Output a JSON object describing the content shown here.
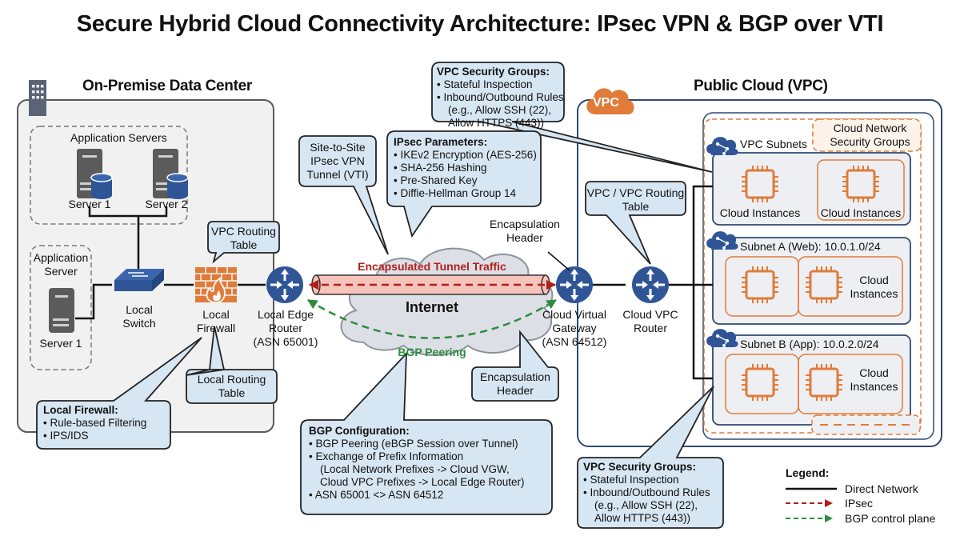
{
  "title": "Secure Hybrid Cloud Connectivity Architecture: IPsec VPN & BGP over VTI",
  "colors": {
    "router_blue": "#2f5597",
    "aws_orange": "#e07b39",
    "callout_fill": "#d6e6f2",
    "zone_fill": "#f1f1f1",
    "ipsec_red": "#b0201c",
    "bgp_green": "#2e8b3e",
    "tunnel_fill": "#f6c4bb"
  },
  "on_prem": {
    "title": "On-Premise Data Center",
    "icon": "building-icon",
    "app_servers_group": {
      "label": "Application Servers",
      "servers": [
        {
          "label": "Server 1",
          "icon": "database-server-icon"
        },
        {
          "label": "Server 2",
          "icon": "database-server-icon"
        }
      ]
    },
    "app_server_group": {
      "label_line1": "Application",
      "label_line2": "Server",
      "server": {
        "label": "Server 1",
        "icon": "server-icon"
      }
    },
    "switch": {
      "line1": "Local",
      "line2": "Switch",
      "icon": "switch-icon"
    },
    "firewall": {
      "line1": "Local",
      "line2": "Firewall",
      "icon": "firewall-icon"
    },
    "edge_router": {
      "line1": "Local Edge",
      "line2": "Router",
      "line3": "(ASN 65001)",
      "icon": "router-icon"
    },
    "vpc_routing_callout": {
      "line1": "VPC Routing",
      "line2": "Table"
    },
    "local_routing_callout": {
      "line1": "Local Routing",
      "line2": "Table"
    },
    "firewall_callout": {
      "heading": "Local Firewall:",
      "bullets": [
        "Rule-based Filtering",
        "IPS/IDS"
      ]
    }
  },
  "internet": {
    "label": "Internet",
    "tunnel_label": "Encapsulated Tunnel Traffic",
    "bgp_label": "BGP Peering",
    "encap_label_top": {
      "line1": "Encapsulation",
      "line2": "Header"
    },
    "encap_callout": {
      "line1": "Encapsulation",
      "line2": "Header"
    },
    "vpn_callout": {
      "line1": "Site-to-Site",
      "line2": "IPsec VPN",
      "line3": "Tunnel (VTI)"
    },
    "ipsec_callout": {
      "heading": "IPsec Parameters:",
      "bullets": [
        "IKEv2 Encryption (AES-256)",
        "SHA-256 Hashing",
        "Pre-Shared Key",
        "Diffie-Hellman Group 14"
      ]
    },
    "bgp_callout": {
      "heading": "BGP Configuration:",
      "bullet1": "BGP Peering (eBGP Session over Tunnel)",
      "bullet2": "Exchange of Prefix Information",
      "bullet2_sub1": "(Local Network Prefixes -> Cloud VGW,",
      "bullet2_sub2": "Cloud VPC Prefixes -> Local Edge Router)",
      "bullet3": "ASN 65001 <> ASN 64512"
    }
  },
  "cloud": {
    "title": "Public Cloud (VPC)",
    "vpc_badge": "VPC",
    "vgw": {
      "line1": "Cloud Virtual",
      "line2": "Gateway",
      "line3": "(ASN 64512)",
      "icon": "router-icon"
    },
    "vpc_router": {
      "line1": "Cloud VPC",
      "line2": "Router",
      "icon": "router-icon"
    },
    "routing_callout": {
      "line1": "VPC / VPC Routing",
      "line2": "Table"
    },
    "nsg_label": {
      "line1": "Cloud Network",
      "line2": "Security Groups"
    },
    "subnets": [
      {
        "label": "VPC Subnets",
        "instances": [
          "Cloud Instances",
          "Cloud Instances"
        ]
      },
      {
        "label": "Subnet A (Web): 10.0.1.0/24",
        "instances_line1": "Cloud",
        "instances_line2": "Instances"
      },
      {
        "label": "Subnet B (App): 10.0.2.0/24",
        "instances_line1": "Cloud",
        "instances_line2": "Instances"
      }
    ],
    "sg_callout_top": {
      "heading": "VPC Security Groups:",
      "bullet1": "Stateful Inspection",
      "bullet2": "Inbound/Outbound Rules",
      "sub1": "(e.g., Allow SSH (22),",
      "sub2": "Allow HTTPS (443))"
    },
    "sg_callout_bottom": {
      "heading": "VPC Security Groups:",
      "bullet1": "Stateful Inspection",
      "bullet2": "Inbound/Outbound Rules",
      "sub1": "(e.g., Allow SSH (22),",
      "sub2": "Allow HTTPS (443))"
    }
  },
  "legend": {
    "title": "Legend:",
    "items": [
      {
        "label": "Direct Network",
        "style": "solid",
        "color": "#111111"
      },
      {
        "label": "IPsec",
        "style": "dashed-arrow",
        "color": "#b0201c"
      },
      {
        "label": "BGP control plane",
        "style": "dashed-arrow",
        "color": "#2e8b3e"
      }
    ]
  }
}
